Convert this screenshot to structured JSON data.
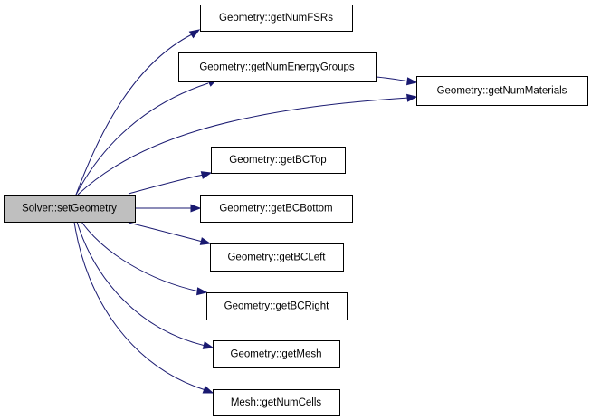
{
  "colors": {
    "edge": "#191970",
    "node_fill": "#ffffff",
    "root_fill": "#bfbfbf",
    "node_border": "#000000"
  },
  "nodes": [
    {
      "id": "root",
      "label": "Solver::setGeometry",
      "root": true
    },
    {
      "id": "numfsrs",
      "label": "Geometry::getNumFSRs"
    },
    {
      "id": "numeg",
      "label": "Geometry::getNumEnergyGroups"
    },
    {
      "id": "nummat",
      "label": "Geometry::getNumMaterials"
    },
    {
      "id": "bctop",
      "label": "Geometry::getBCTop"
    },
    {
      "id": "bcbottom",
      "label": "Geometry::getBCBottom"
    },
    {
      "id": "bcleft",
      "label": "Geometry::getBCLeft"
    },
    {
      "id": "bcright",
      "label": "Geometry::getBCRight"
    },
    {
      "id": "mesh",
      "label": "Geometry::getMesh"
    },
    {
      "id": "numcells",
      "label": "Mesh::getNumCells"
    }
  ],
  "edges": [
    {
      "from": "root",
      "to": "numfsrs"
    },
    {
      "from": "root",
      "to": "numeg"
    },
    {
      "from": "root",
      "to": "nummat"
    },
    {
      "from": "numeg",
      "to": "nummat"
    },
    {
      "from": "root",
      "to": "bctop"
    },
    {
      "from": "root",
      "to": "bcbottom"
    },
    {
      "from": "root",
      "to": "bcleft"
    },
    {
      "from": "root",
      "to": "bcright"
    },
    {
      "from": "root",
      "to": "mesh"
    },
    {
      "from": "root",
      "to": "numcells"
    }
  ]
}
